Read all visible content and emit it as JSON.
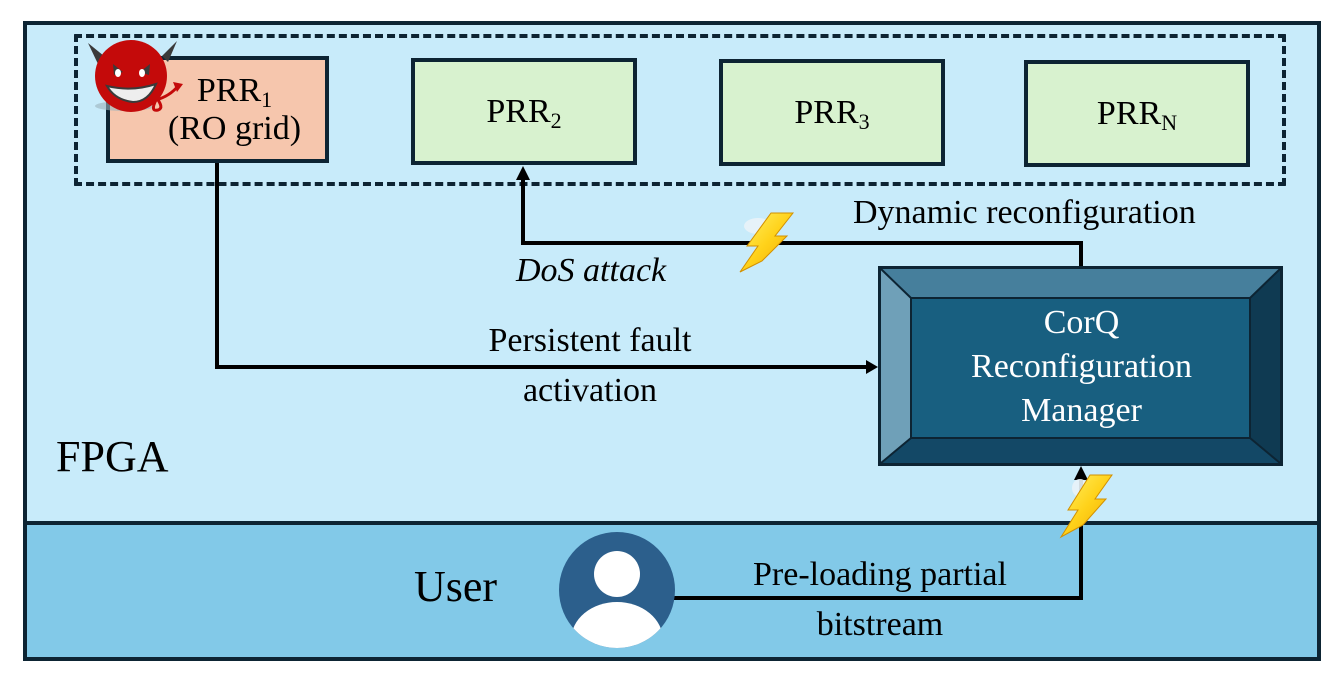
{
  "diagram": {
    "zones": {
      "fpga": {
        "label": "FPGA",
        "color": "#c8ebfa"
      },
      "user": {
        "label": "User",
        "color": "#82c9e8"
      }
    },
    "prr_group": {
      "style": "dashed"
    },
    "prrs": [
      {
        "name": "PRR",
        "subscript": "1",
        "line2": "(RO grid)",
        "role": "malicious",
        "color": "#f6c6ad"
      },
      {
        "name": "PRR",
        "subscript": "2",
        "role": "victim",
        "color": "#d8f2cf"
      },
      {
        "name": "PRR",
        "subscript": "3",
        "role": "normal",
        "color": "#d8f2cf"
      },
      {
        "name": "PRR",
        "subscript": "N",
        "role": "normal",
        "color": "#d8f2cf"
      }
    ],
    "manager": {
      "lines": [
        "CorQ",
        "Reconfiguration",
        "Manager"
      ],
      "color": "#185f80"
    },
    "edges": [
      {
        "from": "PRR1",
        "to": "CorQ Reconfiguration Manager",
        "label_lines": [
          "Persistent fault",
          "activation"
        ]
      },
      {
        "from": "CorQ Reconfiguration Manager",
        "to": "PRR2",
        "label": "Dynamic reconfiguration",
        "attack_label": "DoS attack",
        "attack_icon": "lightning-bolt-icon"
      },
      {
        "from": "User",
        "to": "CorQ Reconfiguration Manager",
        "label_lines": [
          "Pre-loading partial",
          "bitstream"
        ],
        "attack_icon": "lightning-bolt-icon"
      }
    ],
    "icons": {
      "attacker": "devil-face-icon",
      "user": "user-avatar-icon",
      "attack": "lightning-bolt-icon"
    }
  }
}
